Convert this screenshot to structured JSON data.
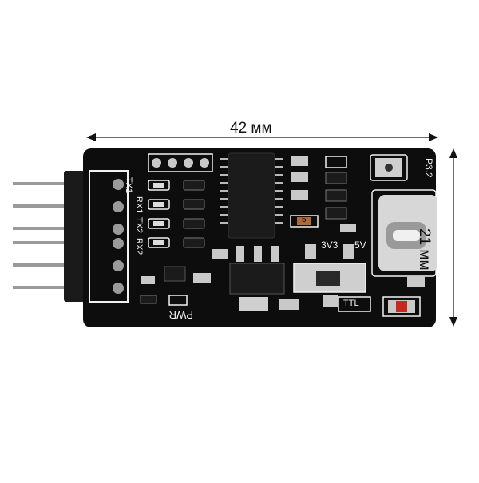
{
  "dimensions": {
    "width_label": "42 мм",
    "height_label": "21 мм"
  },
  "board": {
    "silkscreen": {
      "tx1": "TX1",
      "rx1": "RX1",
      "tx2": "TX2",
      "rx2": "RX2",
      "pwr": "PWR",
      "v3": "3V3",
      "v5": "5V",
      "ttl": "TTL",
      "version": "P3.2",
      "chip_mark": "5"
    },
    "colors": {
      "pcb": "#0d0d0d",
      "silk": "#f2f2f2",
      "pad": "#c9c9c9",
      "pin": "#9a9a9a",
      "led_red": "#c8281e"
    }
  }
}
